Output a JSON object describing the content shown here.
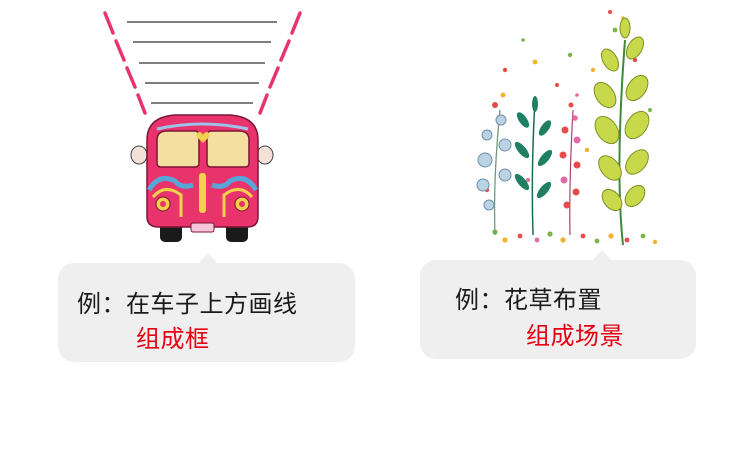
{
  "colors": {
    "bubble_bg": "#efefef",
    "text_dark": "#1a1a1a",
    "text_red": "#e60012"
  },
  "left_example": {
    "illustration": "van-with-frame-lines-illustration",
    "line1": "例：在车子上方画线",
    "line2": "组成框"
  },
  "right_example": {
    "illustration": "flower-plants-illustration",
    "line1": "例：花草布置",
    "line2": "组成场景"
  }
}
